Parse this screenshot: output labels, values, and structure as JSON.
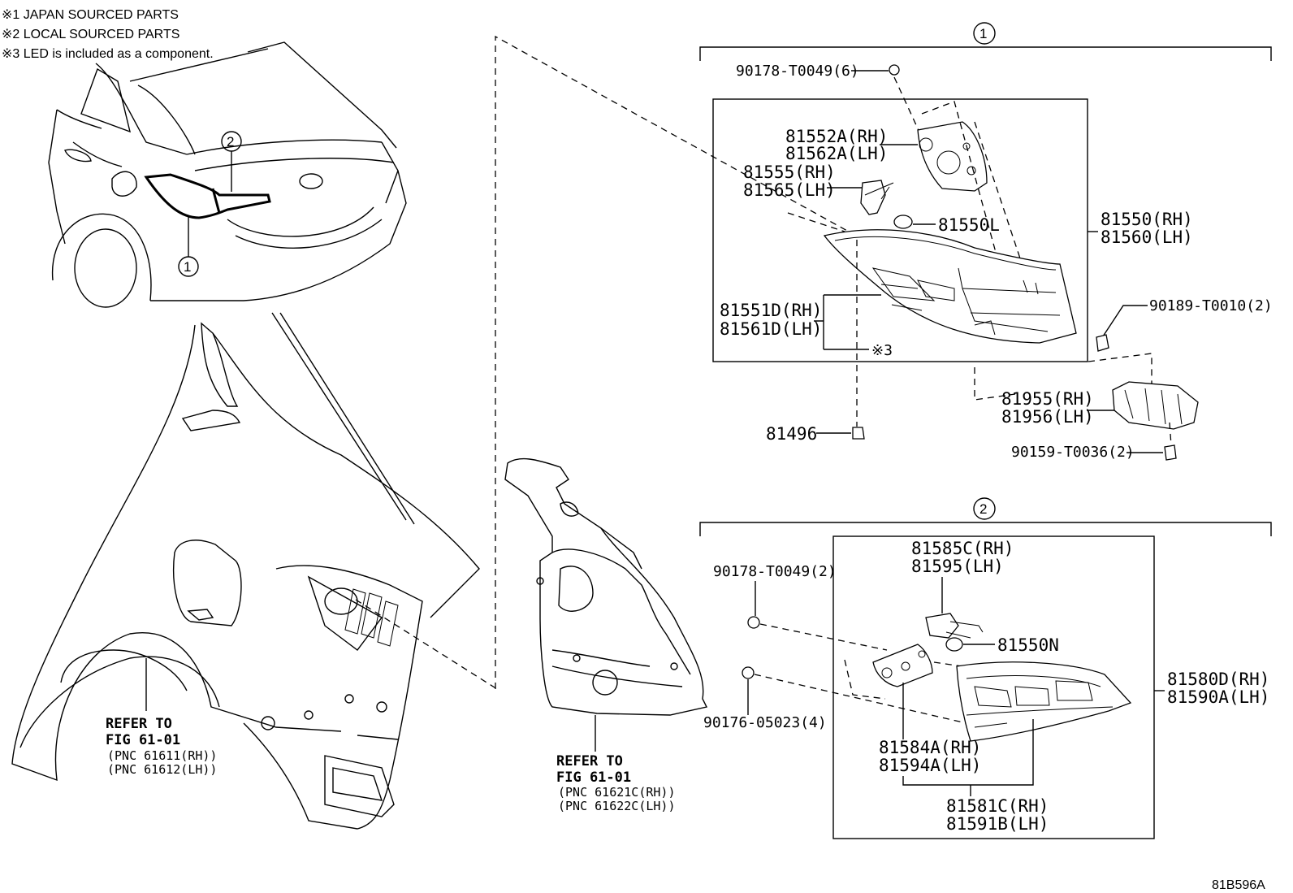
{
  "notes": [
    "※1 JAPAN SOURCED PARTS",
    "※2 LOCAL SOURCED PARTS",
    "※3 LED is included as a component."
  ],
  "callouts": {
    "one": "1",
    "two": "2"
  },
  "group1": {
    "p90178_6": "90178-T0049(6)",
    "p81552a_rh": "81552A(RH)",
    "p81562a_lh": "81562A(LH)",
    "p81555_rh": "81555(RH)",
    "p81565_lh": "81565(LH)",
    "p81550l": "81550L",
    "p81550_rh": "81550(RH)",
    "p81560_lh": "81560(LH)",
    "p81551d_rh": "81551D(RH)",
    "p81561d_lh": "81561D(LH)",
    "note3": "※3",
    "p90189": "90189-T0010(2)",
    "p81955_rh": "81955(RH)",
    "p81956_lh": "81956(LH)",
    "p90159": "90159-T0036(2)",
    "p81496": "81496"
  },
  "group2": {
    "p81585c_rh": "81585C(RH)",
    "p81595_lh": "81595(LH)",
    "p90178_2": "90178-T0049(2)",
    "p81550n": "81550N",
    "p81580d_rh": "81580D(RH)",
    "p81590a_lh": "81590A(LH)",
    "p90176": "90176-05023(4)",
    "p81584a_rh": "81584A(RH)",
    "p81594a_lh": "81594A(LH)",
    "p81581c_rh": "81581C(RH)",
    "p81591b_lh": "81591B(LH)"
  },
  "refs": {
    "left": {
      "line1": "REFER TO",
      "line2": "FIG 61-01",
      "pnc1": "(PNC 61611(RH))",
      "pnc2": "(PNC 61612(LH))"
    },
    "mid": {
      "line1": "REFER TO",
      "line2": "FIG 61-01",
      "pnc1": "(PNC 61621C(RH))",
      "pnc2": "(PNC 61622C(LH))"
    }
  },
  "diagram_id": "81B596A"
}
